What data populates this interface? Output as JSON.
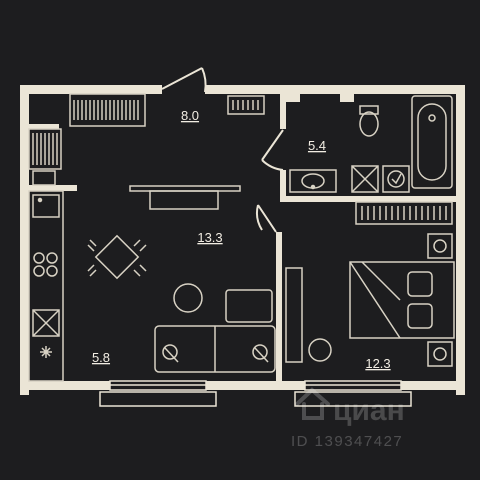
{
  "colors": {
    "background": "#1d1d1f",
    "wall": "#ebe5d6",
    "line": "#d8d2c4",
    "watermark": "rgba(255,255,255,0.2)"
  },
  "rooms": {
    "corridor": {
      "area": "8.0"
    },
    "bathroom": {
      "area": "5.4"
    },
    "living": {
      "area": "13.3"
    },
    "kitchen": {
      "area": "5.8"
    },
    "bedroom": {
      "area": "12.3"
    }
  },
  "watermark": {
    "brand": "циан",
    "id_text": "ID 139347427",
    "logo_icon": "cian-house-icon"
  }
}
